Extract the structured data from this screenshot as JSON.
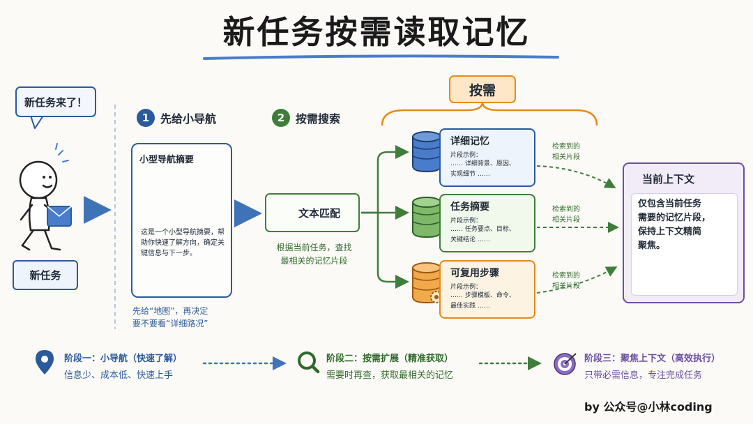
{
  "title": "新任务按需读取记忆",
  "new_task_bubble": "新任务来了！",
  "new_task_box": "新任务",
  "step1": {
    "num": "1",
    "label": "先给小导航"
  },
  "step2": {
    "num": "2",
    "label": "按需搜索"
  },
  "nav_card": {
    "title": "小型导航摘要",
    "desc": "这是一个小型导航摘要，帮助你快速了解方向，确定关键信息与下一步。",
    "caption_line1": "先给“地图”，再决定",
    "caption_line2": "要不要看“详细路况”"
  },
  "text_match": {
    "label": "文本匹配",
    "caption_line1": "根据当前任务，查找",
    "caption_line2": "最相关的记忆片段"
  },
  "on_demand_tag": "按需",
  "memories": [
    {
      "title": "详细记忆",
      "sub": "片段示例：",
      "line1": "…… 详细背景、原因、",
      "line2": "实现细节 ……"
    },
    {
      "title": "任务摘要",
      "sub": "片段示例：",
      "line1": "…… 任务要点、目标、",
      "line2": "关键结论 ……"
    },
    {
      "title": "可复用步骤",
      "sub": "片段示例：",
      "line1": "…… 步骤模板、命令、",
      "line2": "最佳实践 ……"
    }
  ],
  "retrieved": {
    "line1": "检索到的",
    "line2": "相关片段"
  },
  "context": {
    "title": "当前上下文",
    "line1": "仅包含当前任务",
    "line2": "需要的记忆片段，",
    "line3": "保持上下文精简",
    "line4": "聚焦。"
  },
  "phases": [
    {
      "title": "阶段一：小导航（快速了解）",
      "desc": "信息少、成本低、快速上手"
    },
    {
      "title": "阶段二：按需扩展（精准获取）",
      "desc": "需要时再查，获取最相关的记忆"
    },
    {
      "title": "阶段三：聚焦上下文（高效执行）",
      "desc": "只带必需信息，专注完成任务"
    }
  ],
  "credit": "by 公众号@小林coding",
  "colors": {
    "blue": "#2b5a9c",
    "green": "#3f7d3a",
    "orange": "#e48a1b",
    "purple": "#6b4fa0"
  },
  "icons": [
    "chat-bubble",
    "stick-figure",
    "compass-icon",
    "map-illustration",
    "search-icon",
    "database-icon",
    "document-icon",
    "gear-icon",
    "target-icon",
    "map-pin-icon"
  ]
}
